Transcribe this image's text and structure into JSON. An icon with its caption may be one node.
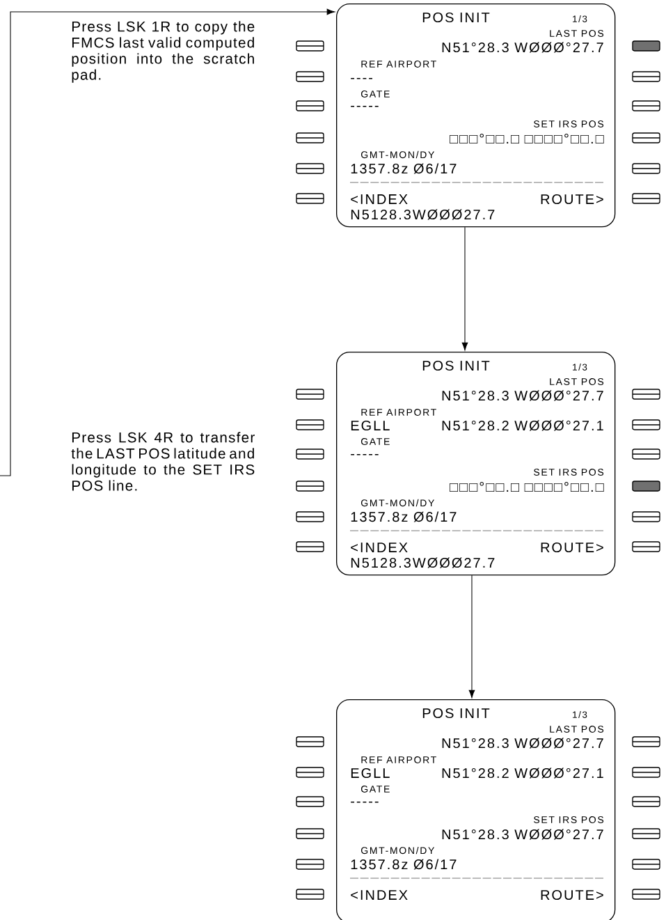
{
  "diagram": {
    "nodes": [
      {
        "text": [
          "POS INIT",
          "1/3",
          "LAST POS",
          "N51°28.3 WØØØ°27.7",
          "REF AIRPORT",
          "----",
          "GATE",
          "-----",
          "SET IRS POS",
          "□□□°□□.□ □□□□°□□.□",
          "GMT-MON/DY",
          "1357.8z Ø6/17",
          "<INDEX",
          "ROUTE>",
          "N5128.3WØØØ27.7"
        ]
      },
      {
        "text": [
          "POS INIT",
          "1/3",
          "LAST POS",
          "N51°28.3 WØØØ°27.7",
          "REF AIRPORT",
          "EGLL",
          "N51°28.2 WØØØ°27.1",
          "GATE",
          "-----",
          "SET IRS POS",
          "□□□°□□.□ □□□□°□□.□",
          "GMT-MON/DY",
          "1357.8z Ø6/17",
          "<INDEX",
          "ROUTE>",
          "N5128.3WØØØ27.7"
        ]
      },
      {
        "text": [
          "POS INIT",
          "1/3",
          "LAST POS",
          "N51°28.3 WØØØ°27.7",
          "REF AIRPORT",
          "EGLL",
          "N51°28.2 WØØØ°27.1",
          "GATE",
          "-----",
          "SET IRS POS",
          "N51°28.3 WØØØ°27.7",
          "GMT-MON/DY",
          "1357.8z Ø6/17",
          "<INDEX",
          "ROUTE>"
        ]
      }
    ],
    "edges": [
      {
        "from": null,
        "to": 0,
        "arrow": "to"
      },
      {
        "from": 0,
        "to": 1,
        "arrow": "to"
      },
      {
        "from": 1,
        "to": 2,
        "arrow": "to"
      }
    ],
    "labels": [
      "Press LSK 1R to copy the FMCS last valid computed position into the scratch pad.",
      "Press LSK 4R to transfer the LAST POS latitude and longitude to the SET IRS POS line."
    ]
  }
}
